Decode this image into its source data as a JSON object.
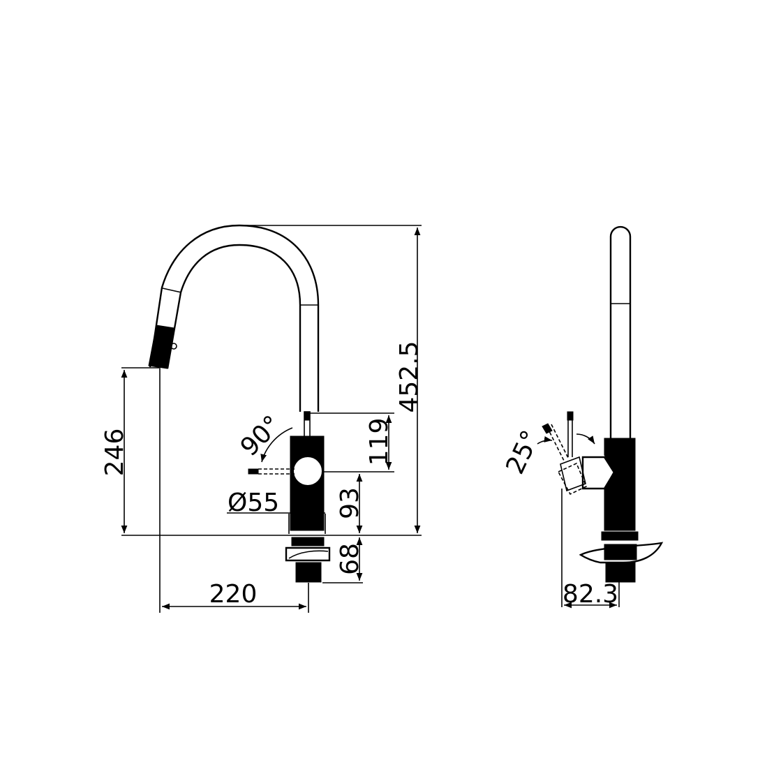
{
  "front_view": {
    "dimensions": {
      "total_height": "452.5",
      "spout_height": "246",
      "lever_to_center": "119",
      "center_to_deck": "93",
      "below_deck": "68",
      "spout_reach": "220",
      "body_diameter": "Ø55",
      "lever_angle": "90°"
    }
  },
  "side_view": {
    "dimensions": {
      "lever_tilt": "25°",
      "base_offset": "82.3"
    }
  },
  "colors": {
    "line": "#000000",
    "background": "#ffffff"
  }
}
